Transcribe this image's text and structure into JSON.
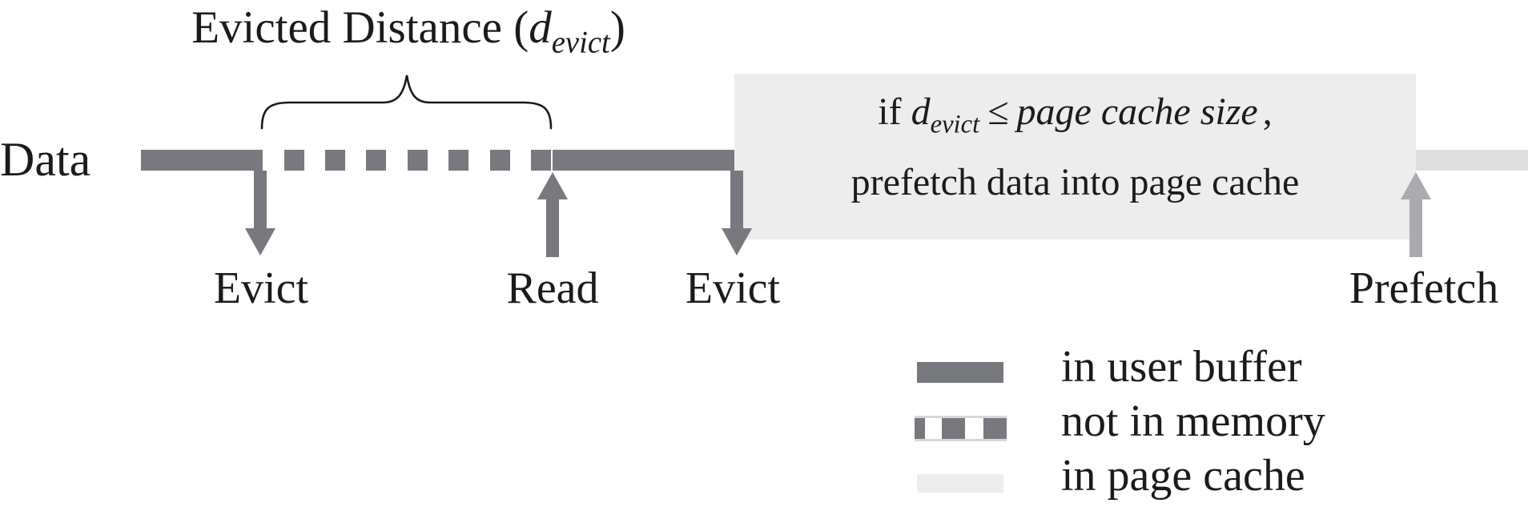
{
  "title": {
    "prefix": "Evicted Distance (",
    "variable": "d",
    "subscript": "evict",
    "suffix": ")"
  },
  "data_row": {
    "label": "Data"
  },
  "events": {
    "evict1": "Evict",
    "read": "Read",
    "evict2": "Evict",
    "prefetch": "Prefetch"
  },
  "annotation": {
    "if_word": "if",
    "variable": "d",
    "subscript": "evict",
    "leq": "≤",
    "condition": "page cache size",
    "comma": ",",
    "line2": "prefetch data into page cache"
  },
  "legend": {
    "items": [
      {
        "swatch": "solid-gray-bar",
        "label": "in user buffer"
      },
      {
        "swatch": "dashed-gray-bar",
        "label": "not in memory"
      },
      {
        "swatch": "light-gray-bar",
        "label": "in page cache"
      }
    ]
  },
  "colors": {
    "buffer_gray": "#77797e",
    "cache_gray": "#dcdee0",
    "cache_light": "#eceded",
    "box_bg": "#ededed",
    "prefetch_arrow": "#a9abaf",
    "dash_frame": "#d8d8d8",
    "text": "#1b1b1b"
  }
}
